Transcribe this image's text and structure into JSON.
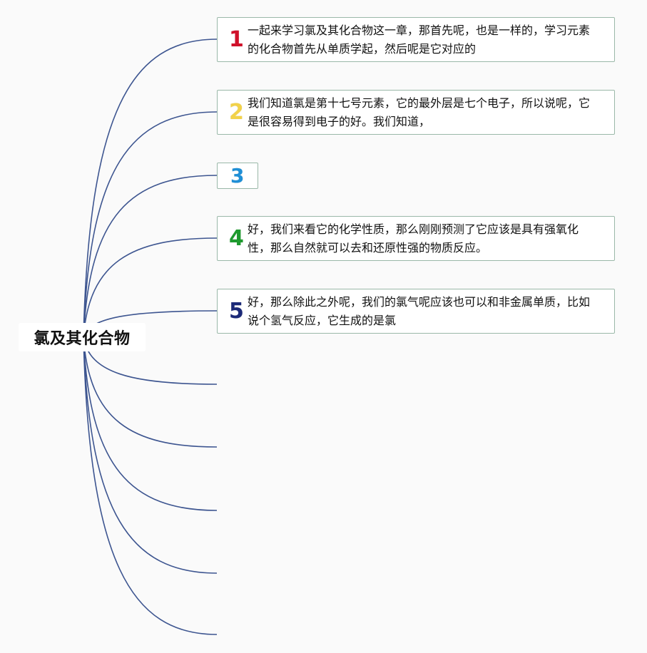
{
  "mindmap": {
    "root": {
      "title": "氯及其化合物"
    },
    "branches": [
      {
        "number": "1",
        "color": "#d0102a",
        "text": "一起来学习氯及其化合物这一章，那首先呢，也是一样的，学习元素的化合物首先从单质学起，然后呢是它对应的"
      },
      {
        "number": "2",
        "color": "#f2d24a",
        "text": "我们知道氯是第十七号元素，它的最外层是七个电子，所以说呢，它是很容易得到电子的好。我们知道，"
      },
      {
        "number": "3",
        "color": "#1f8fd6",
        "text": ""
      },
      {
        "number": "4",
        "color": "#1e9a2e",
        "text": "好，我们来看它的化学性质，那么刚刚预测了它应该是具有强氧化性，那么自然就可以去和还原性强的物质反应。"
      },
      {
        "number": "5",
        "color": "#1c2a78",
        "text": "好，那么除此之外呢，我们的氯气呢应该也可以和非金属单质，比如说个氢气反应，它生成的是氯"
      }
    ],
    "empty_branch_count": 5,
    "connector_color": "#3d5590",
    "node_border_color": "#9ab8a8"
  }
}
